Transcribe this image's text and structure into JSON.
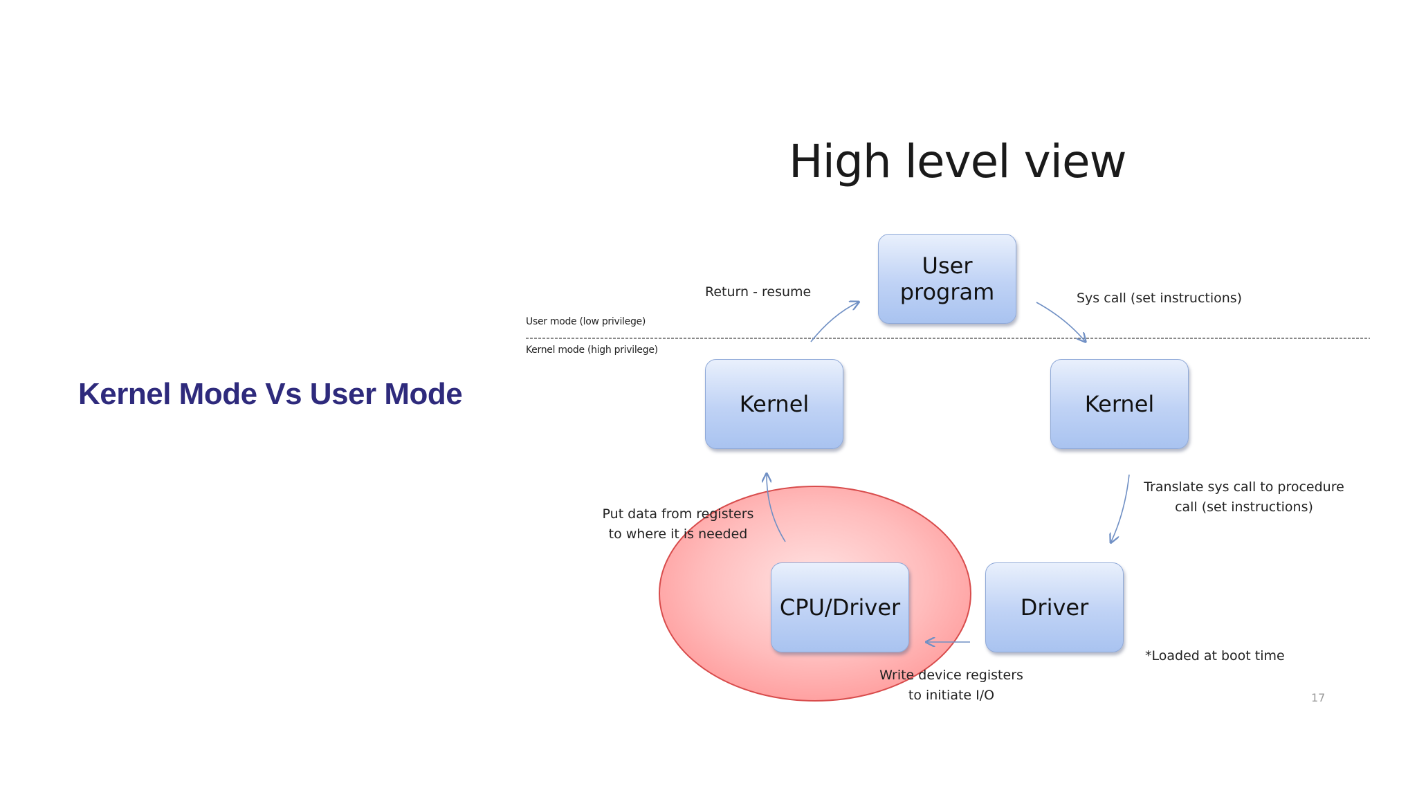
{
  "slide": {
    "title": "Kernel Mode Vs User Mode",
    "page_number": "17"
  },
  "diagram": {
    "title": "High level view",
    "mode_labels": {
      "user": "User mode (low privilege)",
      "kernel": "Kernel mode (high privilege)"
    },
    "nodes": {
      "user_program_line1": "User",
      "user_program_line2": "program",
      "kernel_left": "Kernel",
      "kernel_right": "Kernel",
      "cpu_driver": "CPU/Driver",
      "driver": "Driver"
    },
    "edge_labels": {
      "return_resume": "Return - resume",
      "sys_call": "Sys call (set instructions)",
      "translate_line1": "Translate sys call to procedure",
      "translate_line2": "call (set instructions)",
      "put_data_line1": "Put data from registers",
      "put_data_line2": "to where it is needed",
      "write_device_line1": "Write device registers",
      "write_device_line2": "to initiate I/O",
      "loaded_note": "*Loaded at boot time"
    },
    "colors": {
      "title_accent": "#2e2a7c",
      "box_fill": "#bfd2f5",
      "highlight_ellipse": "#ff9a9a",
      "arrow": "#6f8fc4"
    }
  }
}
